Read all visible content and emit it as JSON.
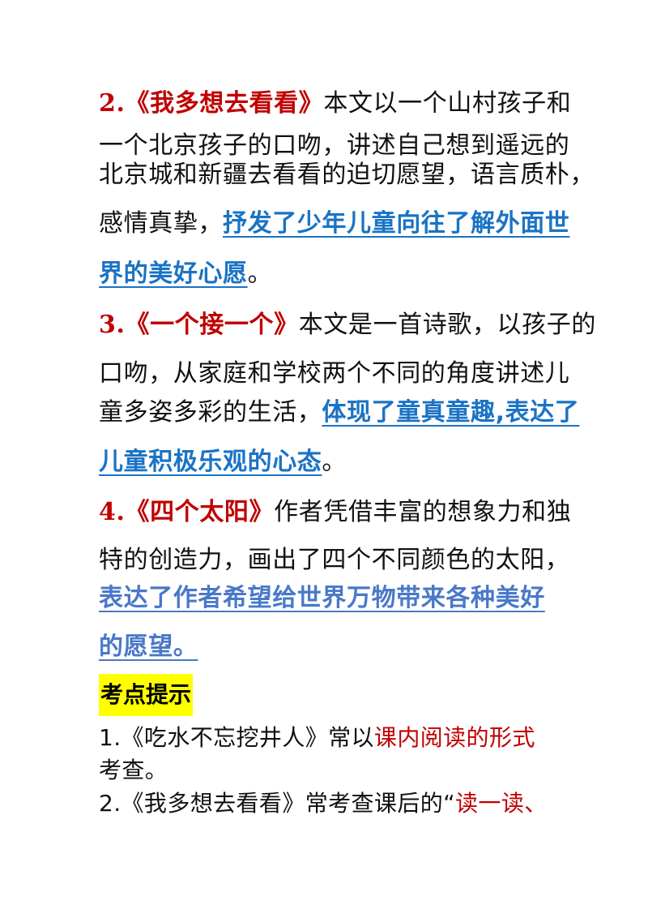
{
  "colors": {
    "title_red": "#c00000",
    "highlight_blue": "#1a73c4",
    "highlight_blue_light": "#4a78c8",
    "tips_bg_yellow": "#ffff00",
    "body_text": "#111111"
  },
  "sections": [
    {
      "number": "2.",
      "title": "《我多想去看看》",
      "lines": [
        {
          "plain": "本文以一个山村孩子和"
        },
        {
          "plain": "一个北京孩子的口吻，讲述自己想到遥远的"
        },
        {
          "plain": "北京城和新疆去看看的迫切愿望，语言质朴，"
        },
        {
          "plain": "感情真挚，",
          "highlight": "抒发了少年儿童向往了解外面世"
        },
        {
          "highlight": "界的美好心愿",
          "tail": "。"
        }
      ]
    },
    {
      "number": "3.",
      "title": "《一个接一个》",
      "lines": [
        {
          "plain": "本文是一首诗歌，以孩子的"
        },
        {
          "plain": "口吻，从家庭和学校两个不同的角度讲述儿"
        },
        {
          "plain": "童多姿多彩的生活，",
          "highlight": "体现了童真童趣,表达了"
        },
        {
          "highlight": "儿童积极乐观的心态",
          "tail": "。"
        }
      ]
    },
    {
      "number": "4.",
      "title": "《四个太阳》",
      "lines": [
        {
          "plain": "作者凭借丰富的想象力和独"
        },
        {
          "plain": "特的创造力，画出了四个不同颜色的太阳，"
        },
        {
          "highlight": "表达了作者希望给世界万物带来各种美好"
        },
        {
          "highlight": "的愿望。"
        }
      ]
    }
  ],
  "tips": {
    "header": "考点提示",
    "items": [
      {
        "line1_plain": "1.《吃水不忘挖井人》常以",
        "line1_red": "课内阅读的形式",
        "line2_plain": "考查。"
      },
      {
        "line1_plain": "2.《我多想去看看》常考查课后的“",
        "line1_red": "读一读、"
      }
    ]
  }
}
